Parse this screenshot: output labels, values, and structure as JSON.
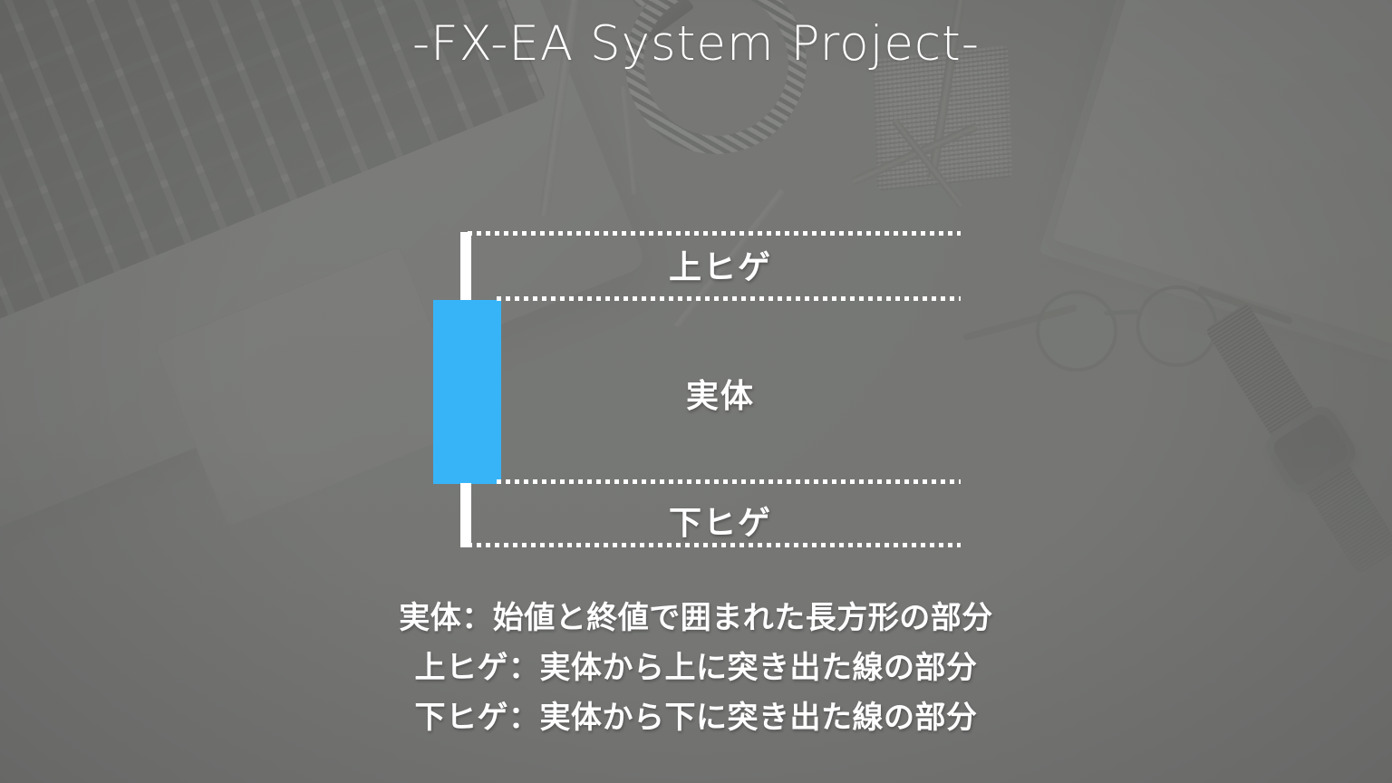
{
  "slide": {
    "title": "-FX-EA System Project-",
    "background_description": "desk-photo-laptop-pens-glasses-watch",
    "background_color": "#777776",
    "overlay_color": "rgba(120,121,119,0.74)"
  },
  "diagram": {
    "type": "candlestick-anatomy",
    "candle_color": "#37b4f7",
    "wick_color": "#ffffff",
    "guide_line_color": "#ffffff",
    "labels": {
      "upper_wick": "上ヒゲ",
      "body": "実体",
      "lower_wick": "下ヒゲ"
    }
  },
  "legend": {
    "lines": [
      "実体：始値と終値で囲まれた長方形の部分",
      "上ヒゲ：実体から上に突き出た線の部分",
      "下ヒゲ：実体から下に突き出た線の部分"
    ]
  }
}
